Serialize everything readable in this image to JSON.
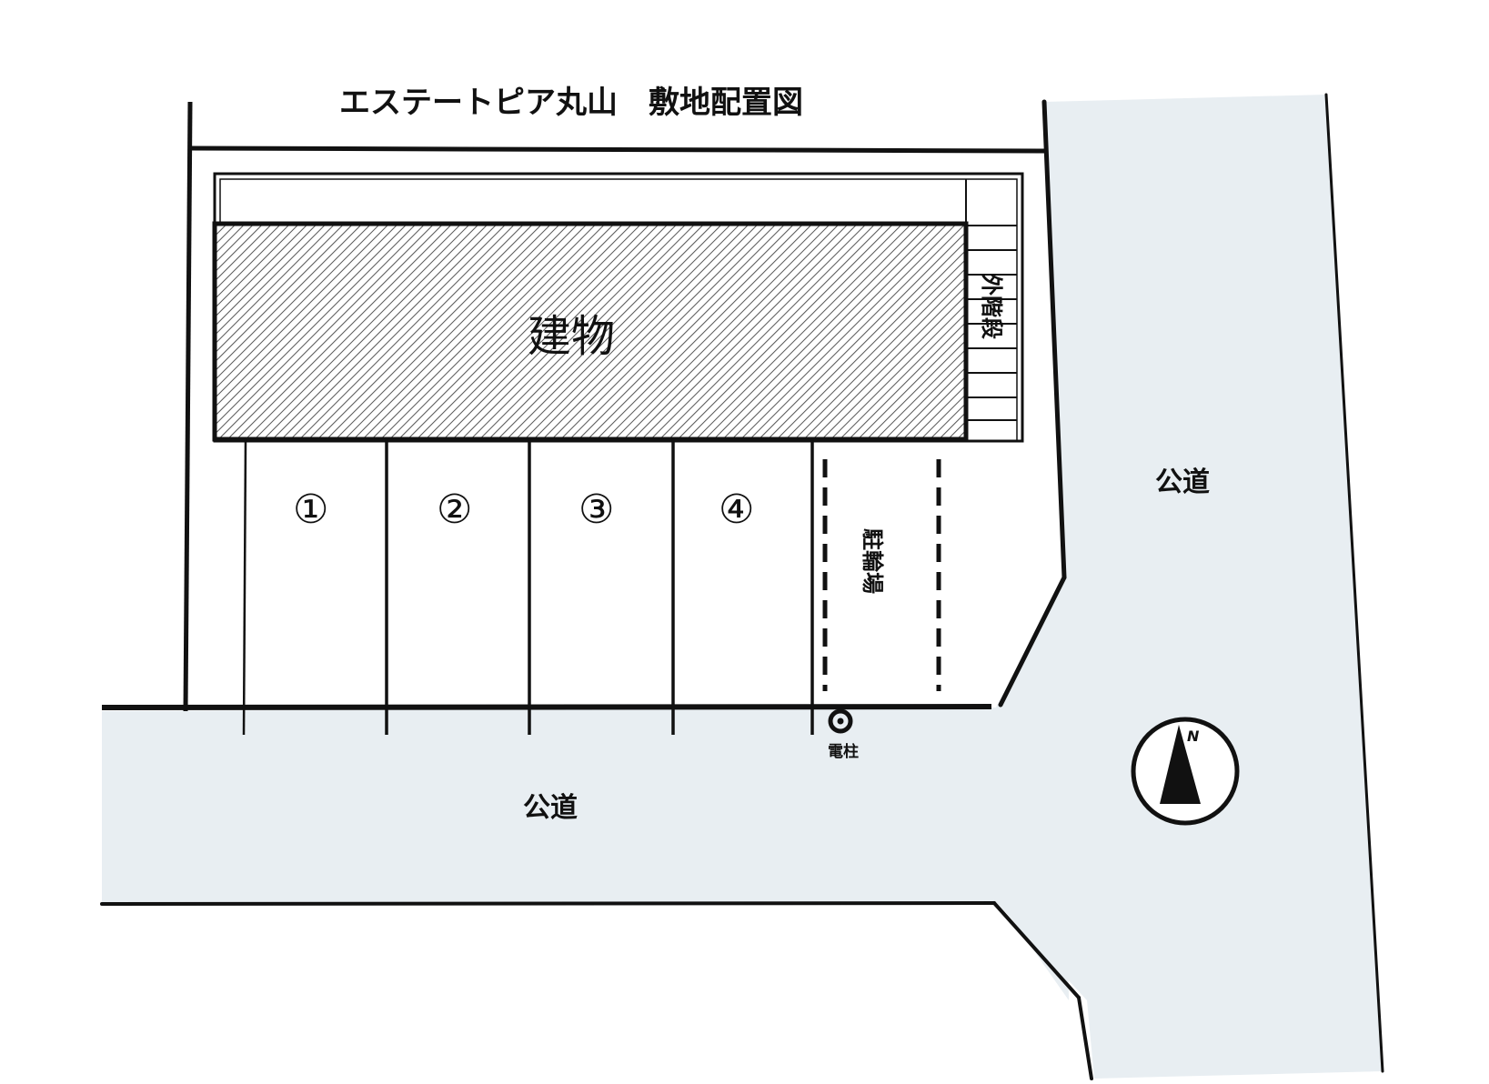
{
  "title": "エステートピア丸山　敷地配置図",
  "building": {
    "label": "建物"
  },
  "outdoor_stairs": {
    "label": "外階段"
  },
  "parking": {
    "stalls": [
      {
        "number": "①"
      },
      {
        "number": "②"
      },
      {
        "number": "③"
      },
      {
        "number": "④"
      }
    ]
  },
  "bicycle_parking": {
    "label": "駐輪場"
  },
  "utility_pole": {
    "label": "電柱"
  },
  "roads": [
    {
      "label": "公道",
      "position": "south"
    },
    {
      "label": "公道",
      "position": "east"
    }
  ],
  "compass": {
    "label": "N"
  },
  "colors": {
    "road_fill": "#e8eef2",
    "line": "#111111",
    "hatch": "#555555",
    "background": "#ffffff"
  }
}
